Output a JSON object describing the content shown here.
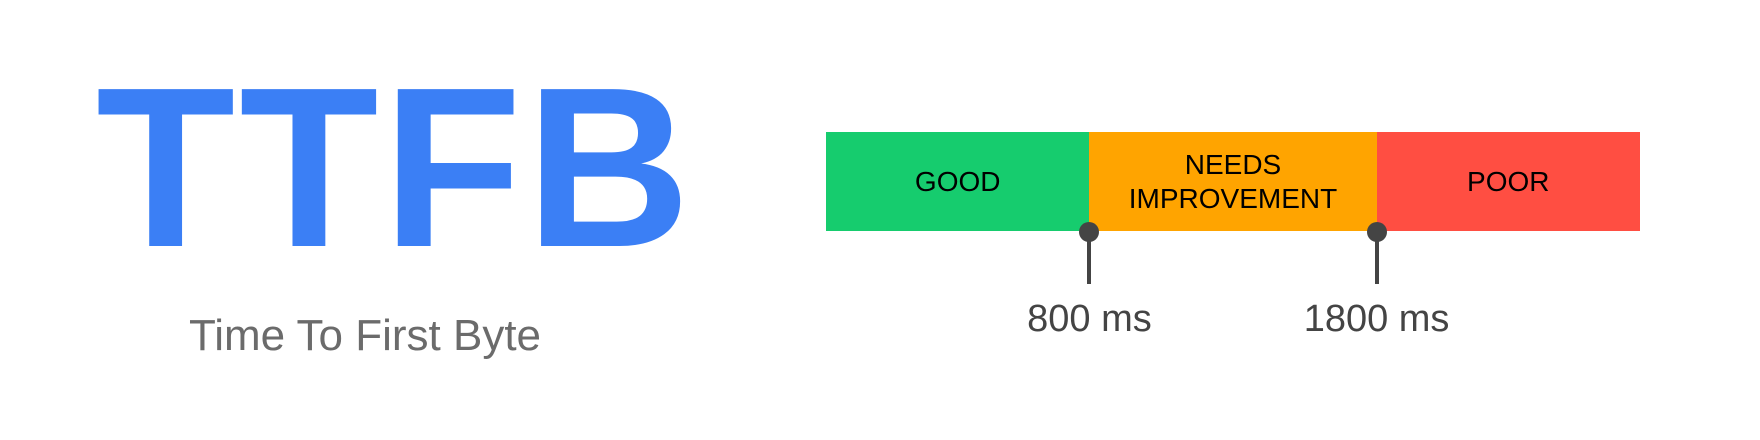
{
  "metric": {
    "acronym": "TTFB",
    "full_name": "Time To First Byte"
  },
  "colors": {
    "acronym": "#3b7ff5",
    "full_name": "#6b6b6b",
    "good": "#16cc6e",
    "needs_improvement": "#ffa400",
    "poor": "#ff4e42",
    "marker": "#444444",
    "threshold_text": "#444444"
  },
  "scale": {
    "segments": [
      {
        "label": "GOOD",
        "share": 1
      },
      {
        "label": "NEEDS\nIMPROVEMENT",
        "share": 1.09
      },
      {
        "label": "POOR",
        "share": 1
      }
    ]
  },
  "thresholds": [
    {
      "value": 800,
      "label": "800 ms"
    },
    {
      "value": 1800,
      "label": "1800 ms"
    }
  ]
}
